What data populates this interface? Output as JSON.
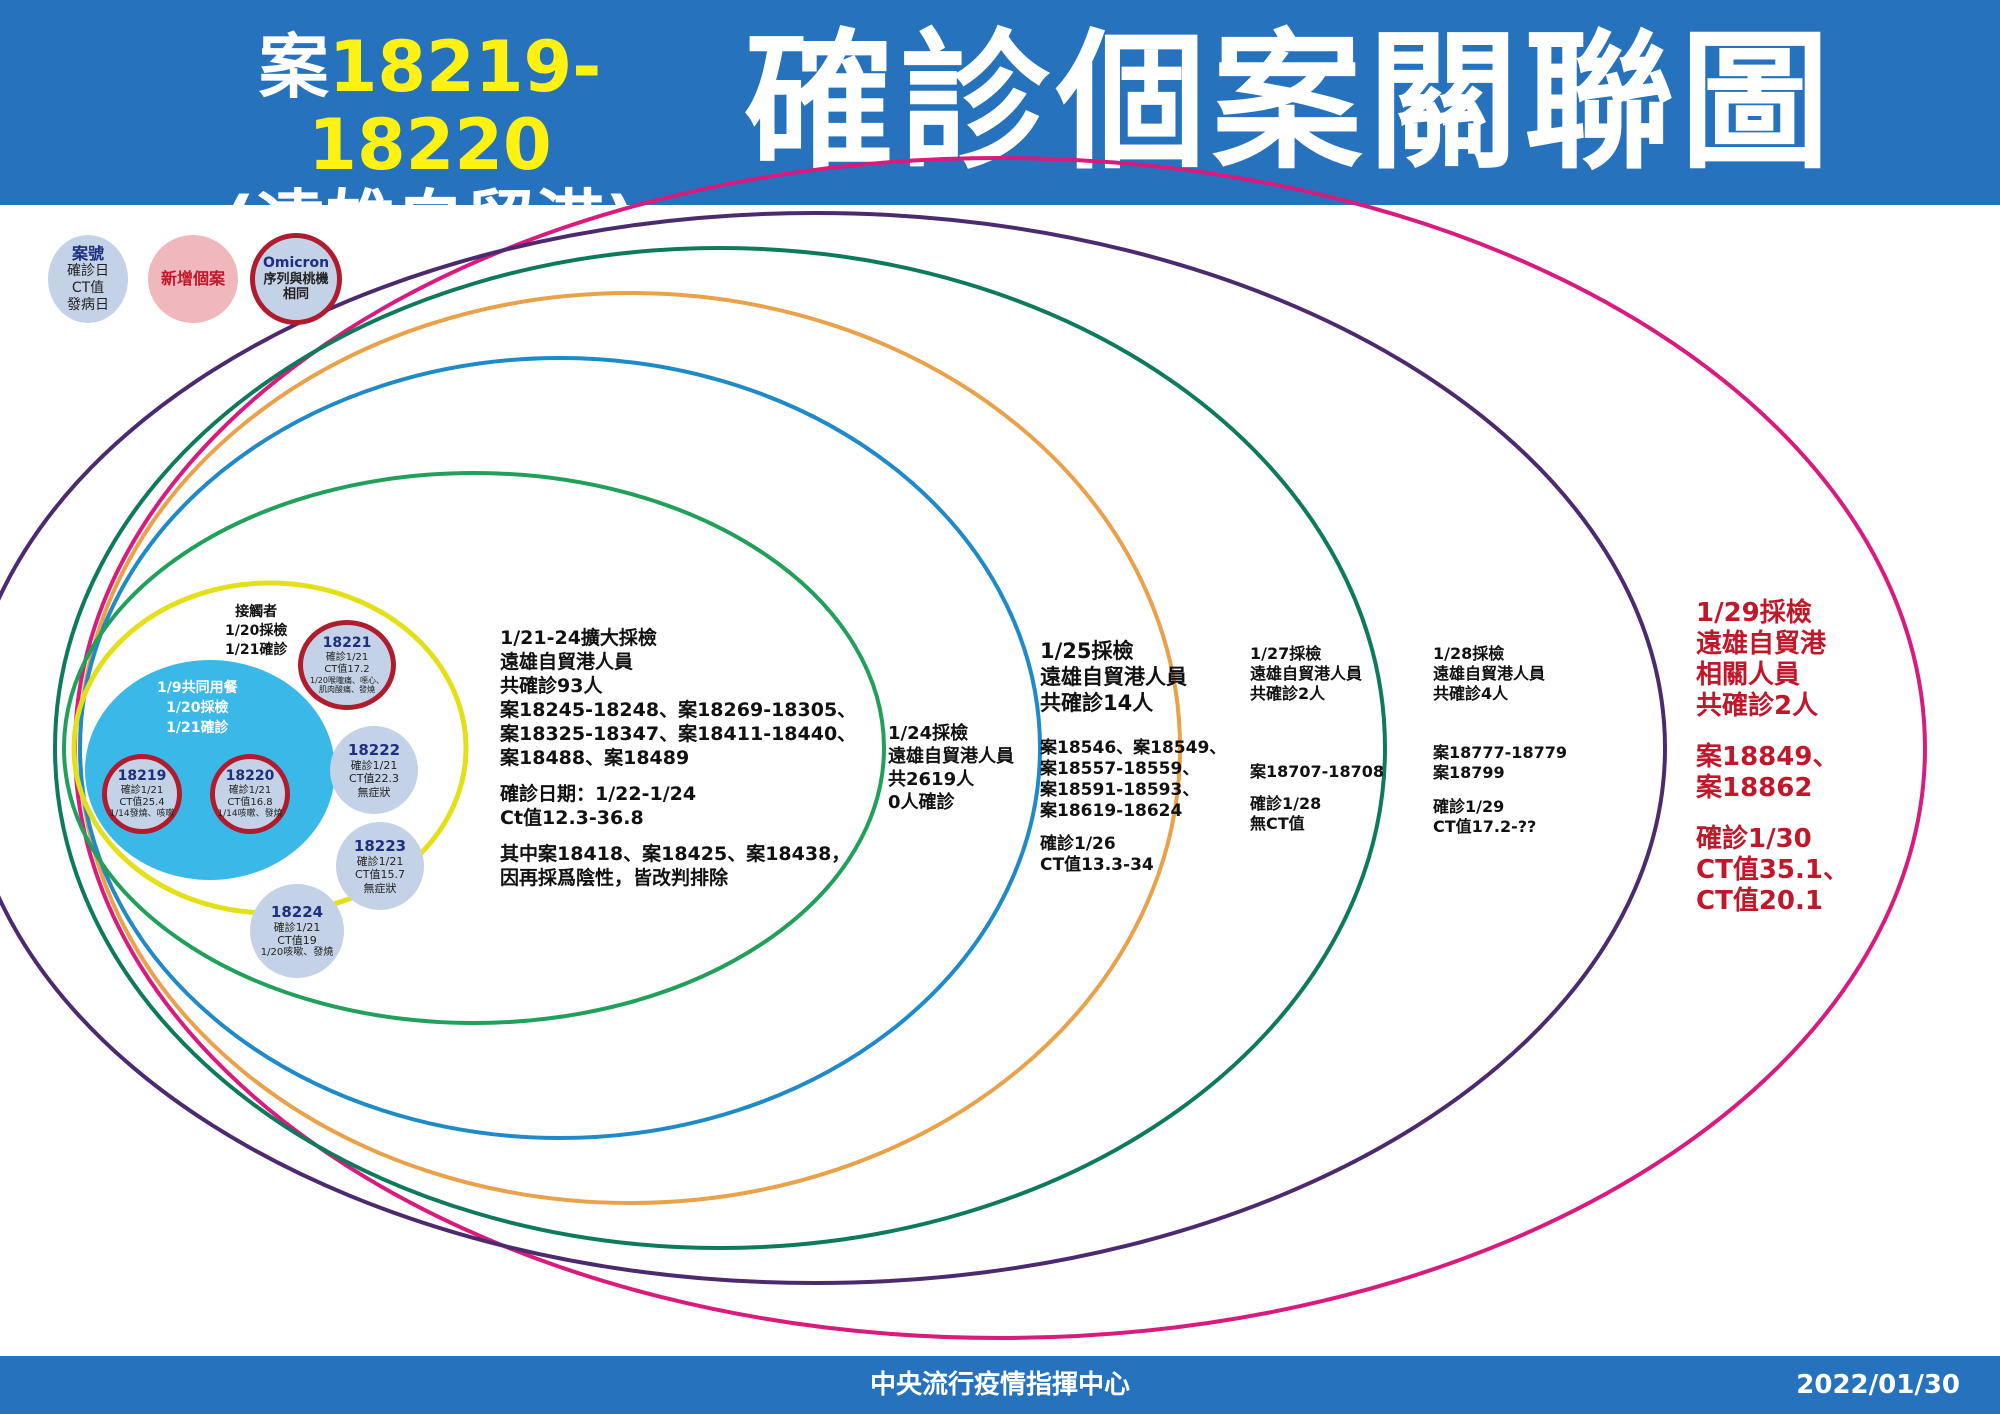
{
  "header": {
    "case_prefix": "案",
    "case_range": "18219-18220",
    "location": "(遠雄自貿港)",
    "title": "確診個案關聯圖"
  },
  "legend": {
    "case_key": [
      "案號",
      "確診日",
      "CT值",
      "發病日"
    ],
    "new_case": "新增個案",
    "omicron": [
      "Omicron",
      "序列與桃機",
      "相同"
    ]
  },
  "colors": {
    "header_bg": "#2672bc",
    "highlight_yellow": "#fff212",
    "new_case_red": "#c0182a",
    "ring_yellow": "#e3e01a",
    "ring_green": "#20a05a",
    "ring_blue": "#1f8ac8",
    "ring_orange": "#e9a14a",
    "ring_teal": "#0e7a5c",
    "ring_purple": "#4b2a6e",
    "ring_magenta": "#d81b7c",
    "cluster_fill": "#3ab8e8",
    "case_bubble": "#c3d2e6"
  },
  "contacts": {
    "label": [
      "接觸者",
      "1/20採檢",
      "1/21確診"
    ]
  },
  "cluster": {
    "label": [
      "1/9共同用餐",
      "1/20採檢",
      "1/21確診"
    ]
  },
  "cases": [
    {
      "id": "18219",
      "lines": [
        "確診1/21",
        "CT值25.4",
        "1/14發燒、咳嗽"
      ]
    },
    {
      "id": "18220",
      "lines": [
        "確診1/21",
        "CT值16.8",
        "1/14咳嗽、發燒"
      ]
    },
    {
      "id": "18221",
      "lines": [
        "確診1/21",
        "CT值17.2",
        "1/20喉嚨痛、噁心、",
        "肌肉酸痛、發燒"
      ]
    },
    {
      "id": "18222",
      "lines": [
        "確診1/21",
        "CT值22.3",
        "無症狀"
      ]
    },
    {
      "id": "18223",
      "lines": [
        "確診1/21",
        "CT值15.7",
        "無症狀"
      ]
    },
    {
      "id": "18224",
      "lines": [
        "確診1/21",
        "CT值19",
        "1/20咳嗽、發燒"
      ]
    }
  ],
  "rings": {
    "green": [
      "1/21-24擴大採檢",
      "遠雄自貿港人員",
      "共確診93人",
      "案18245-18248、案18269-18305、",
      "案18325-18347、案18411-18440、",
      "案18488、案18489",
      "",
      "確診日期：1/22-1/24",
      "Ct值12.3-36.8",
      "",
      "其中案18418、案18425、案18438，",
      "因再採爲陰性，皆改判排除"
    ],
    "blue": [
      "1/24採檢",
      "遠雄自貿港人員",
      "共2619人",
      "0人確診"
    ],
    "orange_head": [
      "1/25採檢",
      "遠雄自貿港人員",
      "共確診14人"
    ],
    "orange_body": [
      "案18546、案18549、",
      "案18557-18559、",
      "案18591-18593、",
      "案18619-18624",
      "",
      "確診1/26",
      "CT值13.3-34"
    ],
    "teal_head": [
      "1/27採檢",
      "遠雄自貿港人員",
      "共確診2人"
    ],
    "teal_body": [
      "案18707-18708",
      "",
      "",
      "確診1/28",
      "無CT值"
    ],
    "purple_head": [
      "1/28採檢",
      "遠雄自貿港人員",
      "共確診4人"
    ],
    "purple_body": [
      "案18777-18779",
      "案18799",
      "",
      "確診1/29",
      "CT值17.2-??"
    ],
    "magenta": [
      "1/29採檢",
      "遠雄自貿港",
      "相關人員",
      "共確診2人",
      "",
      "案18849、",
      "案18862",
      "",
      "確診1/30",
      "CT值35.1、",
      "CT值20.1"
    ]
  },
  "footer": {
    "org": "中央流行疫情指揮中心",
    "date": "2022/01/30"
  }
}
